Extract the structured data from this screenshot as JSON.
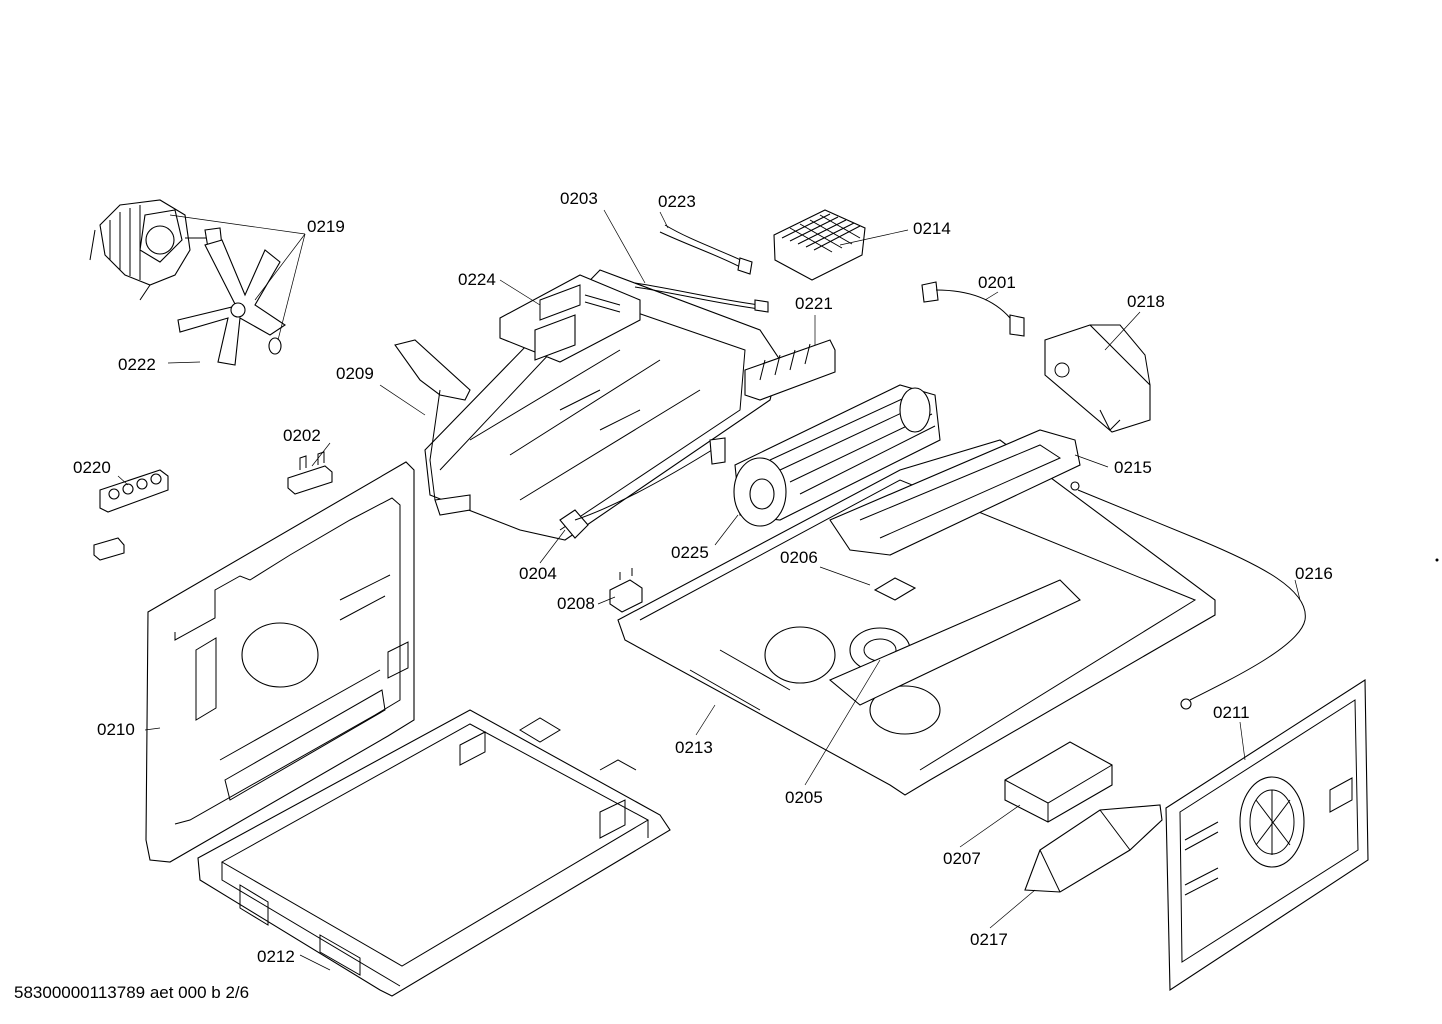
{
  "diagram": {
    "footer": "58300000113789 aet 000 b 2/6",
    "labels": {
      "p0201": "0201",
      "p0202": "0202",
      "p0203": "0203",
      "p0204": "0204",
      "p0205": "0205",
      "p0206": "0206",
      "p0207": "0207",
      "p0208": "0208",
      "p0209": "0209",
      "p0210": "0210",
      "p0211": "0211",
      "p0212": "0212",
      "p0213": "0213",
      "p0214": "0214",
      "p0215": "0215",
      "p0216": "0216",
      "p0217": "0217",
      "p0218": "0218",
      "p0219": "0219",
      "p0220": "0220",
      "p0221": "0221",
      "p0222": "0222",
      "p0223": "0223",
      "p0224": "0224",
      "p0225": "0225"
    }
  }
}
